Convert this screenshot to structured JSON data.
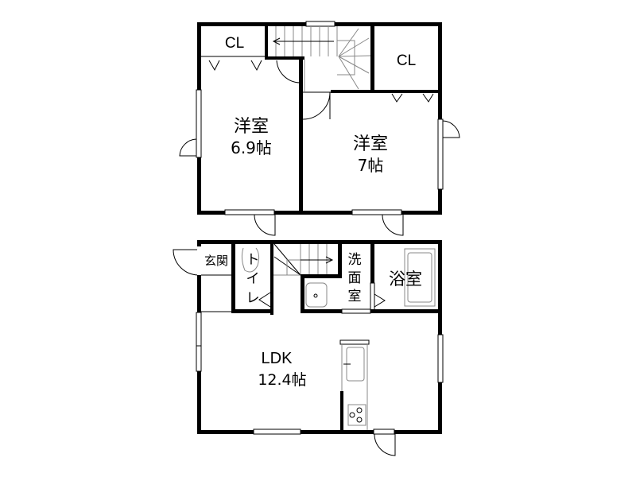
{
  "floor_plan": {
    "upper_floor": {
      "rooms": [
        {
          "id": "cl1",
          "label": "CL"
        },
        {
          "id": "cl2",
          "label": "CL"
        },
        {
          "id": "western1",
          "label": "洋室",
          "size": "6.9帖"
        },
        {
          "id": "western2",
          "label": "洋室",
          "size": "7帖"
        }
      ]
    },
    "lower_floor": {
      "rooms": [
        {
          "id": "entrance",
          "label": "玄関"
        },
        {
          "id": "toilet",
          "label": "トイレ"
        },
        {
          "id": "washroom",
          "label": "洗面室"
        },
        {
          "id": "bathroom",
          "label": "浴室"
        },
        {
          "id": "ldk",
          "label": "LDK",
          "size": "12.4帖"
        }
      ]
    },
    "colors": {
      "wall": "#000000",
      "background": "#ffffff",
      "fixture": "#888888"
    }
  }
}
